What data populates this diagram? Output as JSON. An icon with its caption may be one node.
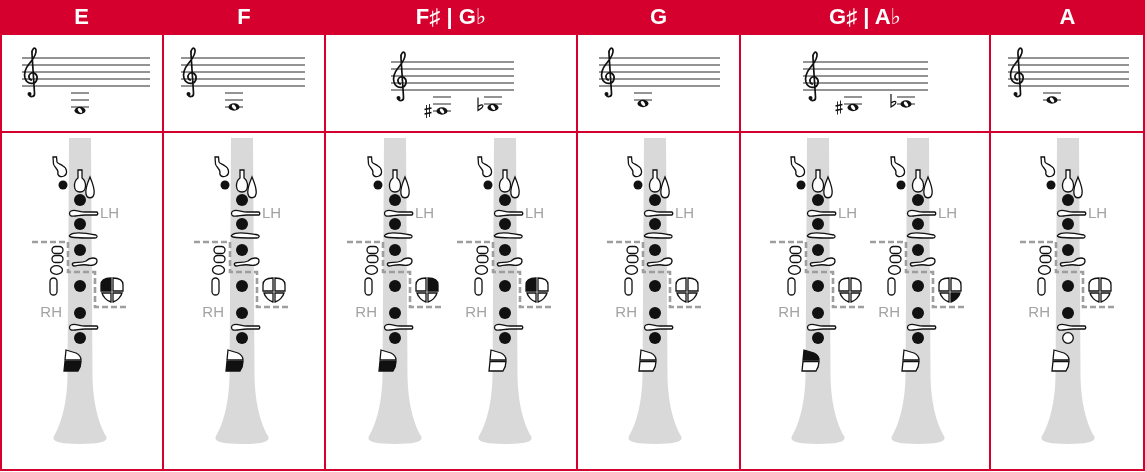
{
  "diagram": {
    "labels": [
      "E",
      "F",
      "F♯ | G♭",
      "G",
      "G♯ | A♭",
      "A",
      "LH",
      "LH",
      "LH",
      "LH",
      "LH",
      "LH",
      "LH",
      "LH",
      "RH",
      "RH",
      "RH",
      "RH",
      "RH",
      "RH",
      "RH",
      "RH"
    ]
  }
}
